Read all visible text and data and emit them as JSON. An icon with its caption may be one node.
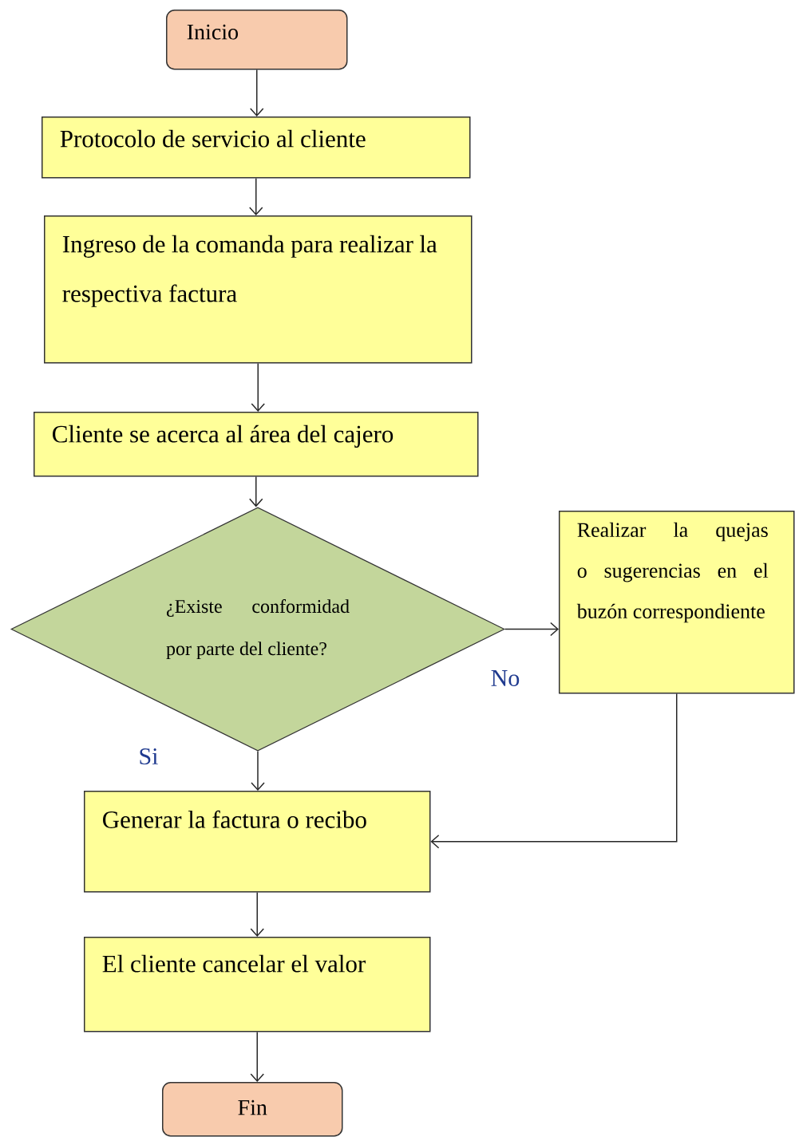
{
  "diagram": {
    "nodes": [
      {
        "text": [
          "Inicio"
        ]
      },
      {
        "text": [
          "Protocolo de servicio al cliente"
        ]
      },
      {
        "text": [
          "Ingreso de la comanda para realizar la respectiva factura"
        ]
      },
      {
        "text": [
          "Cliente se acerca al área del cajero"
        ]
      },
      {
        "text": [
          "¿Existe conformidad por parte del cliente?"
        ]
      },
      {
        "text": [
          "Realizar la quejas o sugerencias en el buzón correspondiente"
        ]
      },
      {
        "text": [
          "Generar la factura o recibo"
        ]
      },
      {
        "text": [
          "El cliente cancelar el valor"
        ]
      },
      {
        "text": [
          "Fin"
        ]
      }
    ],
    "edges": [
      {
        "from": 0,
        "to": 1,
        "arrow": "to"
      },
      {
        "from": 1,
        "to": 2,
        "arrow": "to"
      },
      {
        "from": 2,
        "to": 3,
        "arrow": "to"
      },
      {
        "from": 3,
        "to": 4,
        "arrow": "to"
      },
      {
        "from": 4,
        "to": 5,
        "arrow": "to",
        "label": "No"
      },
      {
        "from": 4,
        "to": 6,
        "arrow": "to",
        "label": "Si"
      },
      {
        "from": 5,
        "to": 6,
        "arrow": "to"
      },
      {
        "from": 6,
        "to": 7,
        "arrow": "to"
      },
      {
        "from": 7,
        "to": 8,
        "arrow": "to"
      }
    ]
  }
}
